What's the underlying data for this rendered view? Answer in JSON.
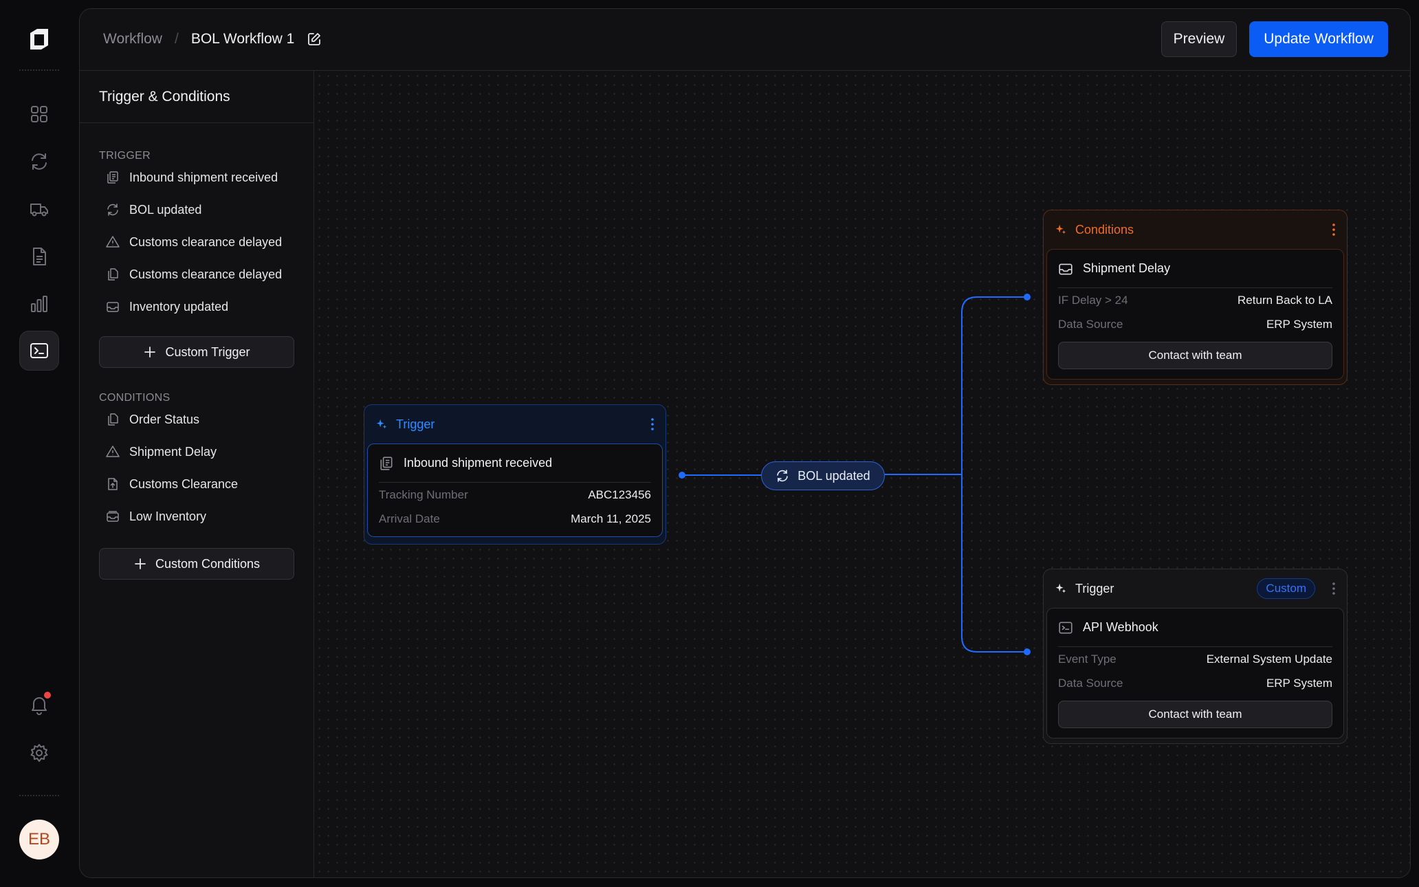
{
  "rail": {
    "nav": [
      "dashboard-icon",
      "sync-icon",
      "truck-icon",
      "document-icon",
      "chart-icon",
      "terminal-icon"
    ],
    "active": "terminal-icon",
    "bottom": [
      "bell-icon",
      "gear-icon"
    ],
    "avatar_initials": "EB"
  },
  "header": {
    "breadcrumb_root": "Workflow",
    "breadcrumb_sep": "/",
    "workflow_name": "BOL Workflow 1",
    "preview_label": "Preview",
    "update_label": "Update Workflow"
  },
  "panel": {
    "title": "Trigger & Conditions",
    "trigger_label": "TRIGGER",
    "triggers": [
      {
        "label": "Inbound shipment received",
        "icon": "clipboard-icon"
      },
      {
        "label": "BOL updated",
        "icon": "refresh-icon"
      },
      {
        "label": "Customs clearance delayed",
        "icon": "warning-icon"
      },
      {
        "label": "Customs clearance delayed",
        "icon": "copy-icon"
      },
      {
        "label": "Inventory updated",
        "icon": "inbox-icon"
      }
    ],
    "custom_trigger_label": "Custom Trigger",
    "conditions_label": "CONDITIONS",
    "conditions": [
      {
        "label": "Order Status",
        "icon": "copy-icon"
      },
      {
        "label": "Shipment Delay",
        "icon": "warning-icon"
      },
      {
        "label": "Customs Clearance",
        "icon": "file-upload-icon"
      },
      {
        "label": "Low Inventory",
        "icon": "inbox-stack-icon"
      }
    ],
    "custom_conditions_label": "Custom Conditions"
  },
  "canvas": {
    "trigger_node": {
      "header": "Trigger",
      "title": "Inbound shipment received",
      "rows": [
        {
          "key": "Tracking Number",
          "value": "ABC123456"
        },
        {
          "key": "Arrival Date",
          "value": "March 11, 2025"
        }
      ]
    },
    "edge_label": "BOL updated",
    "conditions_node": {
      "header": "Conditions",
      "title": "Shipment Delay",
      "rows": [
        {
          "key": "IF Delay > 24",
          "value": "Return Back to LA"
        },
        {
          "key": "Data Source",
          "value": "ERP System"
        }
      ],
      "button": "Contact with team"
    },
    "api_node": {
      "header": "Trigger",
      "badge": "Custom",
      "title": "API Webhook",
      "rows": [
        {
          "key": "Event Type",
          "value": "External System Update"
        },
        {
          "key": "Data Source",
          "value": "ERP System"
        }
      ],
      "button": "Contact with team"
    }
  },
  "colors": {
    "accent_blue": "#0a5cf5",
    "trigger_blue": "#2f8cff",
    "conditions_orange": "#f26b2a",
    "notification_red": "#ef4444"
  }
}
